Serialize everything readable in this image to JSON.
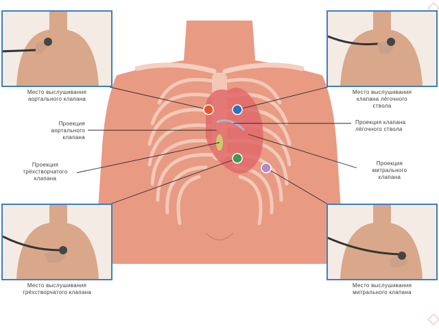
{
  "labels": {
    "aortic_site": [
      "Место выслушивания",
      "аортального клапана"
    ],
    "pulmonary_site": [
      "Место выслушивания",
      "клапана лёгочного",
      "ствола"
    ],
    "aortic_projection": [
      "Проекция",
      "аортального",
      "клапана"
    ],
    "pulmonary_projection": [
      "Проекция клапана",
      "лёгочного ствола"
    ],
    "tricuspid_projection": [
      "Проекция",
      "трёхстворчатого",
      "клапана"
    ],
    "mitral_projection": [
      "Проекция",
      "митрального",
      "клапана"
    ],
    "tricuspid_site": [
      "Место выслушивания",
      "трёхстворчатого клапана"
    ],
    "mitral_site": [
      "Место выслушивания",
      "митрального клапана"
    ]
  },
  "markers": {
    "aortic": "#e4572e",
    "pulmonary": "#2f6fbf",
    "tricuspid": "#3f9a4a",
    "mitral": "#b48ac8"
  },
  "colors": {
    "frame": "#3a7fc0",
    "skin": "#e99a82",
    "ribs": "#f5cfc0",
    "heart": "#e06a6a",
    "leader": "#2a2a2a"
  }
}
